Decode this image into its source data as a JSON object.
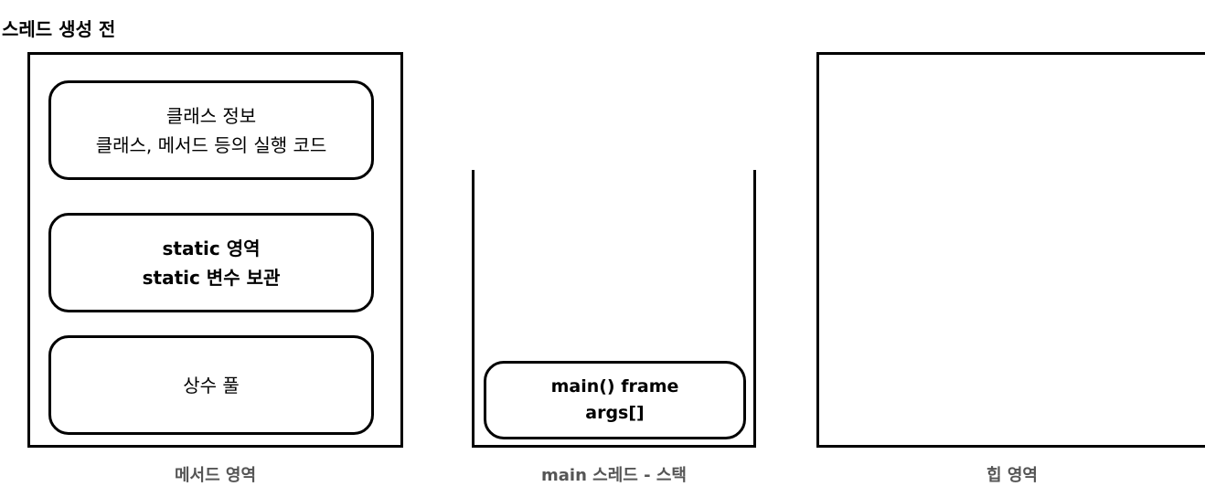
{
  "title": "스레드 생성 전",
  "method_area": {
    "caption": "메서드 영역",
    "class_info": {
      "line1": "클래스 정보",
      "line2": "클래스, 메서드 등의 실행 코드"
    },
    "static_area": {
      "line1": "static 영역",
      "line2": "static 변수 보관"
    },
    "constant_pool": {
      "line1": "상수 풀"
    }
  },
  "stack": {
    "caption": "main 스레드 - 스택",
    "frame": {
      "line1": "main() frame",
      "line2": "args[]"
    }
  },
  "heap": {
    "caption": "힙 영역"
  }
}
